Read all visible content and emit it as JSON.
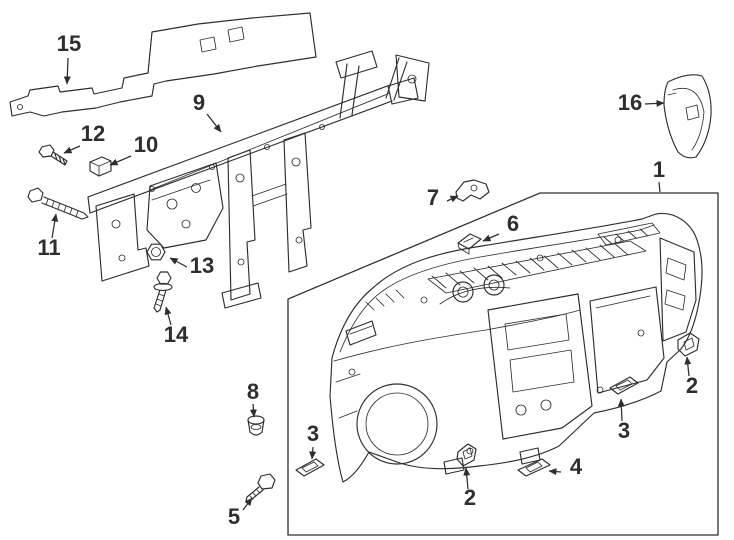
{
  "figure": {
    "colors": {
      "background": "#ffffff",
      "ink": "#2e2e2e"
    },
    "callouts": {
      "n1": "1",
      "n2a": "2",
      "n2b": "2",
      "n3a": "3",
      "n3b": "3",
      "n4": "4",
      "n5": "5",
      "n6": "6",
      "n7": "7",
      "n8": "8",
      "n9": "9",
      "n10": "10",
      "n11": "11",
      "n12": "12",
      "n13": "13",
      "n14": "14",
      "n15": "15",
      "n16": "16"
    }
  }
}
